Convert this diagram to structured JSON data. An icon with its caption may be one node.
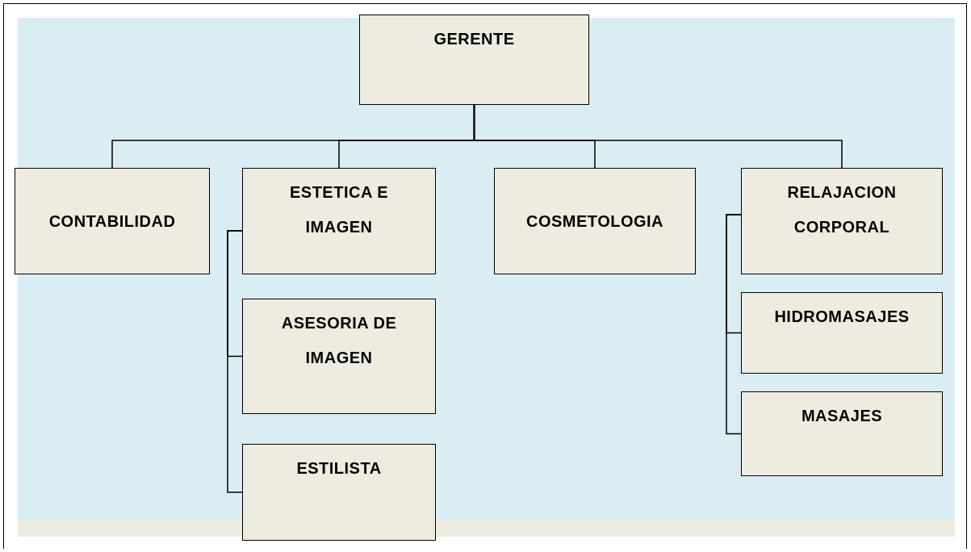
{
  "diagram": {
    "nodes": [
      {
        "text": [
          "GERENTE"
        ]
      },
      {
        "text": [
          "CONTABILIDAD"
        ]
      },
      {
        "text": [
          "ESTETICA E IMAGEN"
        ]
      },
      {
        "text": [
          "COSMETOLOGIA"
        ]
      },
      {
        "text": [
          "RELAJACION CORPORAL"
        ]
      },
      {
        "text": [
          "ASESORIA DE IMAGEN"
        ]
      },
      {
        "text": [
          "ESTILISTA"
        ]
      },
      {
        "text": [
          "HIDROMASAJES"
        ]
      },
      {
        "text": [
          "MASAJES"
        ]
      }
    ],
    "edges": [
      {
        "from": 0,
        "to": 1,
        "arrow": "none"
      },
      {
        "from": 0,
        "to": 2,
        "arrow": "none"
      },
      {
        "from": 0,
        "to": 3,
        "arrow": "none"
      },
      {
        "from": 0,
        "to": 4,
        "arrow": "none"
      },
      {
        "from": 2,
        "to": 5,
        "arrow": "none"
      },
      {
        "from": 2,
        "to": 6,
        "arrow": "none"
      },
      {
        "from": 4,
        "to": 7,
        "arrow": "none"
      },
      {
        "from": 4,
        "to": 8,
        "arrow": "none"
      }
    ]
  }
}
